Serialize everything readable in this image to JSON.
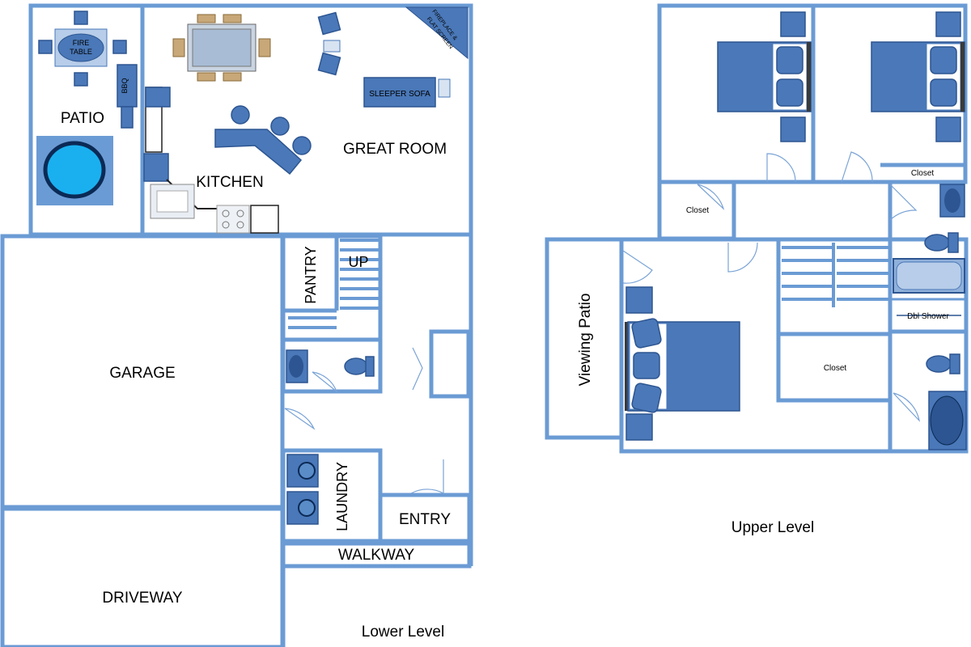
{
  "lower_level": {
    "caption": "Lower Level",
    "rooms": {
      "patio": "PATIO",
      "fire_table": [
        "FIRE",
        "TABLE"
      ],
      "bbq": "BBQ",
      "kitchen": "KITCHEN",
      "great_room": "GREAT ROOM",
      "sleeper_sofa": "SLEEPER SOFA",
      "fireplace": [
        "FIREPLACE &",
        "FLAT SCREEN"
      ],
      "pantry": "PANTRY",
      "up": "UP",
      "garage": "GARAGE",
      "laundry": "LAUNDRY",
      "entry": "ENTRY",
      "walkway": "WALKWAY",
      "driveway": "DRIVEWAY"
    }
  },
  "upper_level": {
    "caption": "Upper Level",
    "rooms": {
      "viewing_patio": "Viewing Patio",
      "closet_left": "Closet",
      "closet_right": "Closet",
      "closet_center": "Closet",
      "dbl_shower": "Dbl Shower"
    }
  },
  "colors": {
    "wall": "#6b9bd4",
    "furniture": "#4a78b8",
    "pool": "#1ab0ef",
    "furniture_light": "#b7cde9"
  }
}
